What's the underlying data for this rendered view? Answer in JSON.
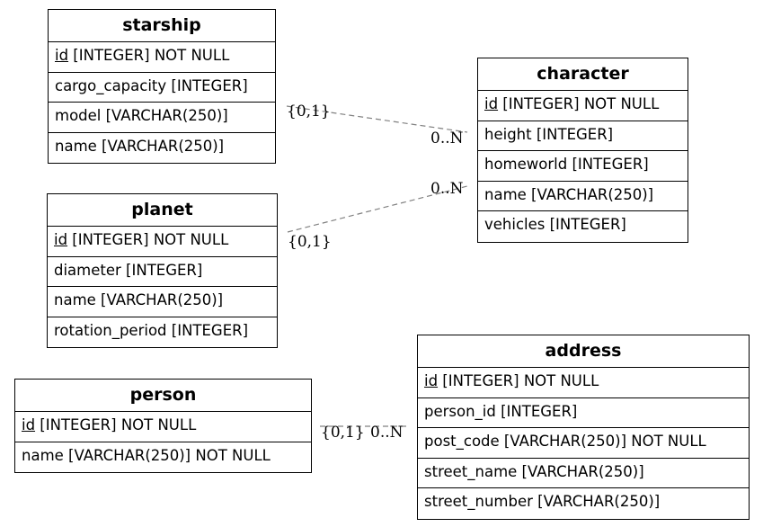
{
  "entities": {
    "starship": {
      "name": "starship",
      "columns": [
        {
          "pk": "id",
          "rest": " [INTEGER] NOT NULL"
        },
        {
          "text": "cargo_capacity [INTEGER]"
        },
        {
          "text": "model [VARCHAR(250)]"
        },
        {
          "text": "name [VARCHAR(250)]"
        }
      ]
    },
    "planet": {
      "name": "planet",
      "columns": [
        {
          "pk": "id",
          "rest": " [INTEGER] NOT NULL"
        },
        {
          "text": "diameter [INTEGER]"
        },
        {
          "text": "name [VARCHAR(250)]"
        },
        {
          "text": "rotation_period [INTEGER]"
        }
      ]
    },
    "person": {
      "name": "person",
      "columns": [
        {
          "pk": "id",
          "rest": " [INTEGER] NOT NULL"
        },
        {
          "text": "name [VARCHAR(250)] NOT NULL"
        }
      ]
    },
    "character": {
      "name": "character",
      "columns": [
        {
          "pk": "id",
          "rest": " [INTEGER] NOT NULL"
        },
        {
          "text": "height [INTEGER]"
        },
        {
          "text": "homeworld [INTEGER]"
        },
        {
          "text": "name [VARCHAR(250)]"
        },
        {
          "text": "vehicles [INTEGER]"
        }
      ]
    },
    "address": {
      "name": "address",
      "columns": [
        {
          "pk": "id",
          "rest": " [INTEGER] NOT NULL"
        },
        {
          "text": "person_id [INTEGER]"
        },
        {
          "text": "post_code [VARCHAR(250)] NOT NULL"
        },
        {
          "text": "street_name [VARCHAR(250)]"
        },
        {
          "text": "street_number [VARCHAR(250)]"
        }
      ]
    }
  },
  "relationships": [
    {
      "from": "starship",
      "to": "character",
      "from_card": "{0,1}",
      "to_card": "0..N"
    },
    {
      "from": "planet",
      "to": "character",
      "from_card": "{0,1}",
      "to_card": "0..N"
    },
    {
      "from": "person",
      "to": "address",
      "from_card": "{0,1}",
      "to_card": "0..N"
    }
  ],
  "colors": {
    "border": "#000000",
    "edge": "#808080",
    "background": "#ffffff"
  }
}
